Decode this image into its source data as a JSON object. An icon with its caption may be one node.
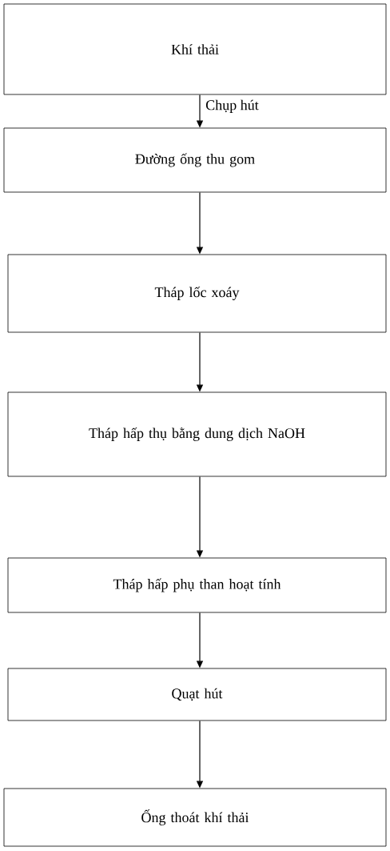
{
  "diagram": {
    "nodes": [
      {
        "text": [
          "Khí thải"
        ]
      },
      {
        "text": [
          "Đường ống thu gom"
        ]
      },
      {
        "text": [
          "Tháp lốc xoáy"
        ]
      },
      {
        "text": [
          "Tháp hấp thụ bằng dung dịch NaOH"
        ]
      },
      {
        "text": [
          "Tháp hấp phụ than hoạt tính"
        ]
      },
      {
        "text": [
          "Quạt hút"
        ]
      },
      {
        "text": [
          "Ống thoát khí thải"
        ]
      }
    ],
    "edges": [
      {
        "from": 0,
        "to": 1,
        "arrow": "to",
        "label": "Chụp hút"
      },
      {
        "from": 1,
        "to": 2,
        "arrow": "to"
      },
      {
        "from": 2,
        "to": 3,
        "arrow": "to"
      },
      {
        "from": 3,
        "to": 4,
        "arrow": "to"
      },
      {
        "from": 4,
        "to": 5,
        "arrow": "to"
      },
      {
        "from": 5,
        "to": 6,
        "arrow": "to"
      }
    ]
  }
}
